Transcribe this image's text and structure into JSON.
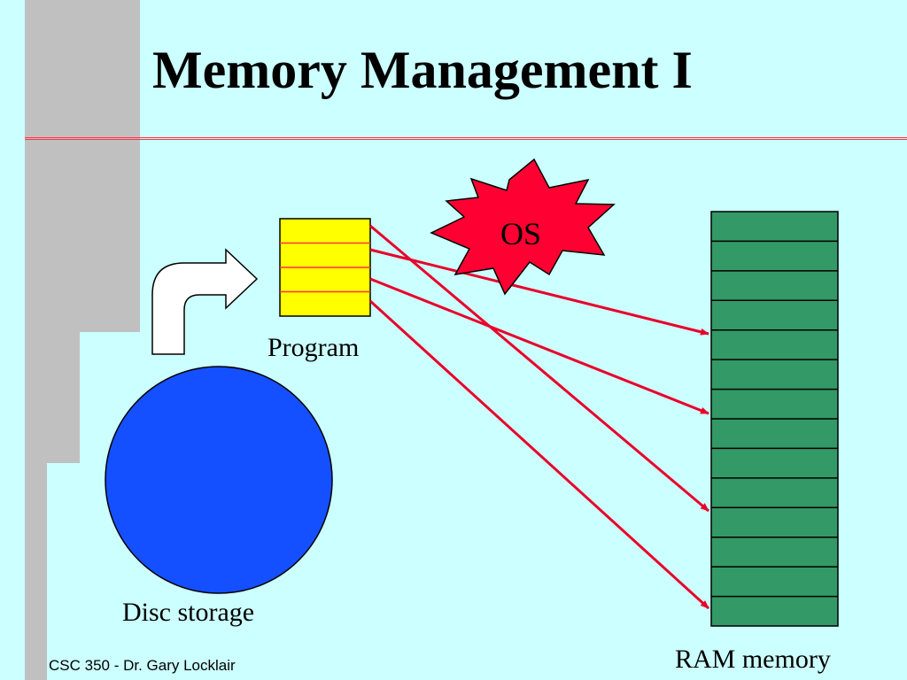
{
  "slide": {
    "title": "Memory Management I",
    "footer": "CSC 350 - Dr. Gary Locklair"
  },
  "diagram": {
    "program_label": "Program",
    "disc_label": "Disc storage",
    "ram_label": "RAM memory",
    "os_label": "OS",
    "program_pages": 4,
    "ram_cells": 14,
    "colors": {
      "background": "#ccffff",
      "side_bar": "#c0c0c0",
      "rule": "#ff3344",
      "program_fill": "#ffff00",
      "program_lines": "#ff3344",
      "disc_fill": "#1450ff",
      "ram_fill": "#339966",
      "os_burst": "#ff0033",
      "arrow_lines": "#e8002a"
    }
  }
}
